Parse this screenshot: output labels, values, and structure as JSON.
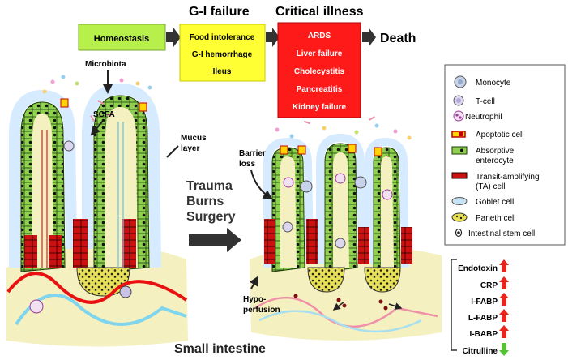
{
  "headers": {
    "gi_failure": "G-I failure",
    "critical_illness": "Critical illness"
  },
  "flow": {
    "homeostasis": "Homeostasis",
    "gi_lines": [
      "Food intolerance",
      "G-I hemorrhage",
      "Ileus"
    ],
    "critical_lines": [
      "ARDS",
      "Liver failure",
      "Cholecystitis",
      "Pancreatitis",
      "Kidney failure"
    ],
    "death": "Death"
  },
  "labels": {
    "microbiota": "Microbiota",
    "scfa": "SCFA",
    "mucus_layer": [
      "Mucus",
      "layer"
    ],
    "barrier_loss": [
      "Barrier",
      "loss"
    ],
    "insult": [
      "Trauma",
      "Burns",
      "Surgery"
    ],
    "hypoperfusion": [
      "Hypo-",
      "perfusion"
    ],
    "small_intestine": "Small intestine"
  },
  "legend": {
    "items": [
      {
        "label": "Monocyte",
        "icon": "monocyte-icon"
      },
      {
        "label": "T-cell",
        "icon": "t-cell-icon"
      },
      {
        "label": "Neutrophil",
        "icon": "neutrophil-icon"
      },
      {
        "label": "Apoptotic cell",
        "icon": "apoptotic-cell-icon"
      },
      {
        "label": "Absorptive enterocyte",
        "label_lines": [
          "Absorptive",
          "enterocyte"
        ],
        "icon": "absorptive-enterocyte-icon"
      },
      {
        "label": "Transit-amplifying (TA) cell",
        "label_lines": [
          "Transit-amplifying",
          "(TA) cell"
        ],
        "icon": "ta-cell-icon"
      },
      {
        "label": "Goblet cell",
        "icon": "goblet-cell-icon"
      },
      {
        "label": "Paneth cell",
        "icon": "paneth-cell-icon"
      },
      {
        "label": "Intestinal stem cell",
        "icon": "stem-cell-icon"
      }
    ]
  },
  "biomarkers": [
    {
      "label": "Endotoxin",
      "direction": "up"
    },
    {
      "label": "CRP",
      "direction": "up"
    },
    {
      "label": "I-FABP",
      "direction": "up"
    },
    {
      "label": "L-FABP",
      "direction": "up"
    },
    {
      "label": "I-BABP",
      "direction": "up"
    },
    {
      "label": "Citrulline",
      "direction": "down"
    }
  ],
  "colors": {
    "homeostasis_box": "#b7f04a",
    "gi_box": "#ffff33",
    "critical_box": "#ff1a1a",
    "arrow": "#333333",
    "up_arrow": "#e8241c",
    "down_arrow": "#55c234",
    "enterocyte": "#8fd14f",
    "ta_cell": "#cc1111",
    "lamina": "#f4f0c0",
    "mucus": "#d6ebff"
  }
}
